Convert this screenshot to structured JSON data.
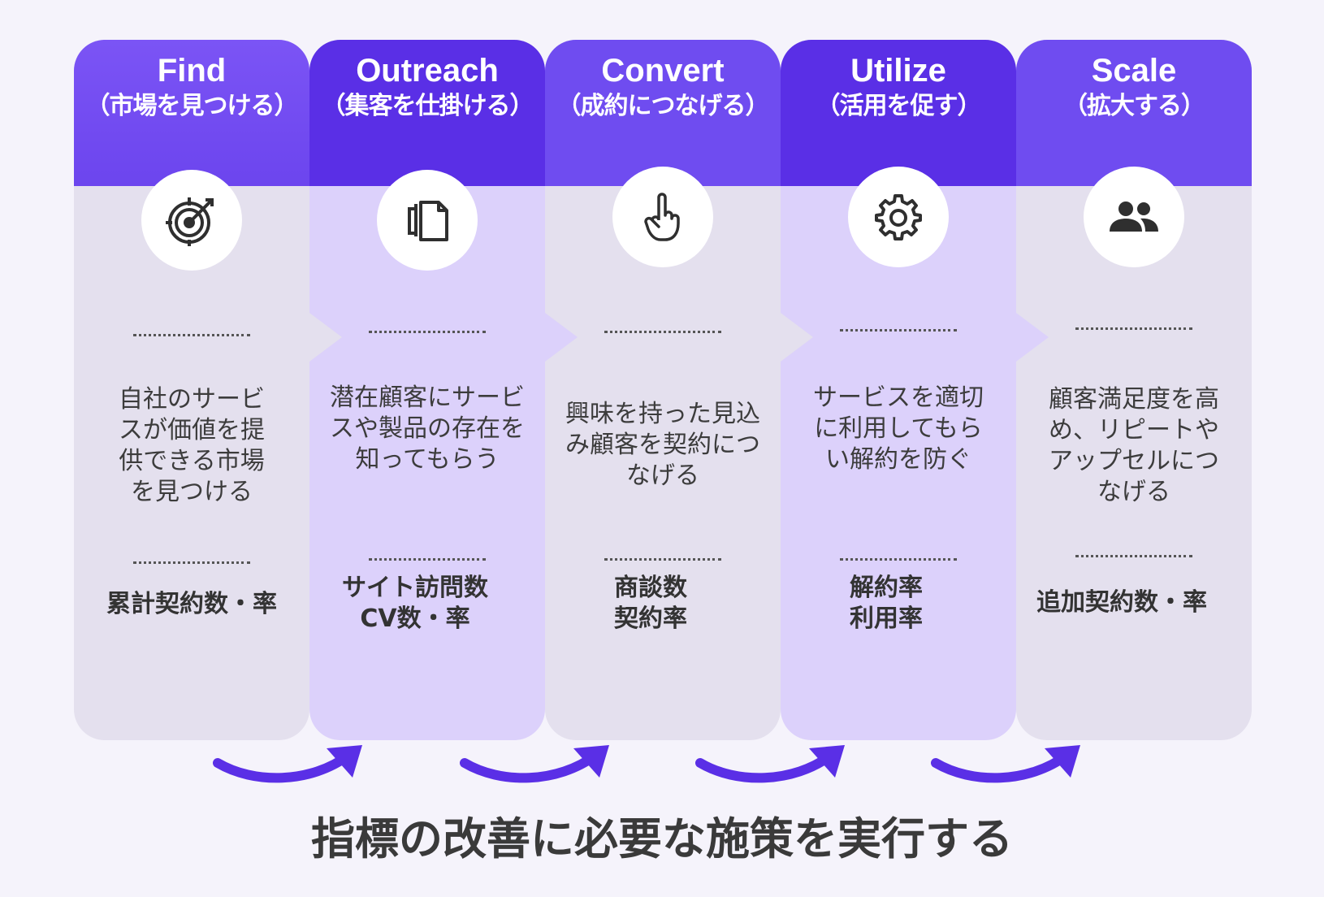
{
  "stages": [
    {
      "title": "Find",
      "subtitle": "（市場を見つける）",
      "icon": "target-icon",
      "description": "自社のサービスが価値を提供できる市場を見つける",
      "desc_lines": [
        "自社のサービ",
        "スが価値を提",
        "供できる市場",
        "を見つける"
      ],
      "metric_lines": [
        "累計契約数・率"
      ]
    },
    {
      "title": "Outreach",
      "subtitle": "（集客を仕掛ける）",
      "icon": "documents-icon",
      "description": "潜在顧客にサービスや製品の存在を知ってもらう",
      "desc_lines": [
        "潜在顧客にサービ",
        "スや製品の存在を",
        "知ってもらう"
      ],
      "metric_lines": [
        "サイト訪問数",
        "CV数・率"
      ]
    },
    {
      "title": "Convert",
      "subtitle": "（成約につなげる）",
      "icon": "pointing-hand-icon",
      "description": "興味を持った見込み顧客を契約につなげる",
      "desc_lines": [
        "興味を持った見込",
        "み顧客を契約につ",
        "なげる"
      ],
      "metric_lines": [
        "商談数",
        "契約率"
      ]
    },
    {
      "title": "Utilize",
      "subtitle": "（活用を促す）",
      "icon": "gear-icon",
      "description": "サービスを適切に利用してもらい解約を防ぐ",
      "desc_lines": [
        "サービスを適切",
        "に利用してもら",
        "い解約を防ぐ"
      ],
      "metric_lines": [
        "解約率",
        "利用率"
      ]
    },
    {
      "title": "Scale",
      "subtitle": "（拡大する）",
      "icon": "people-icon",
      "description": "顧客満足度を高め、リピートやアップセルにつなげる",
      "desc_lines": [
        "顧客満足度を高",
        "め、リピートや",
        "アップセルにつ",
        "なげる"
      ],
      "metric_lines": [
        "追加契約数・率"
      ]
    }
  ],
  "footer_text": "指標の改善に必要な施策を実行する",
  "colors": {
    "header": "#6f4cf0",
    "header_dark": "#5a2fe6",
    "body_gray": "#e4e0ee",
    "body_lavender": "#dcd1fb",
    "arrow": "#5a2fe6"
  }
}
